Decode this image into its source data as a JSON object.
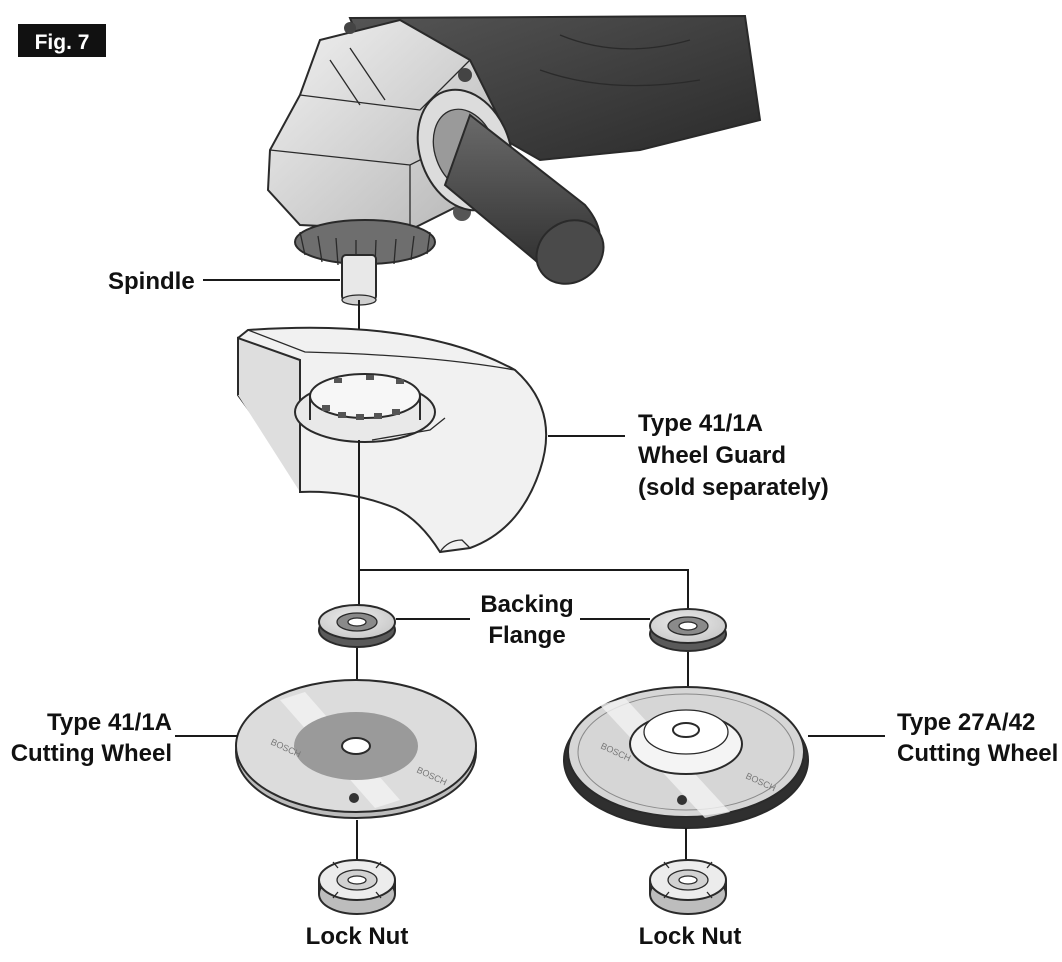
{
  "figure": {
    "tag": "Fig. 7"
  },
  "labels": {
    "spindle": "Spindle",
    "guard_line1": "Type 41/1A",
    "guard_line2": "Wheel Guard",
    "guard_line3": "(sold separately)",
    "flange_line1": "Backing",
    "flange_line2": "Flange",
    "wheel41_line1": "Type 41/1A",
    "wheel41_line2": "Cutting Wheel",
    "wheel27_line1": "Type 27A/42",
    "wheel27_line2": "Cutting Wheel",
    "locknut_left": "Lock Nut",
    "locknut_right": "Lock Nut"
  },
  "wheel_markings": {
    "brand_text": "BOSCH"
  },
  "colors": {
    "ink": "#111111",
    "metal_light": "#e6e6e6",
    "metal_mid": "#bdbdbd",
    "metal_dark": "#6b6b6b",
    "body_dark": "#3a3a3a",
    "wheel_face": "#d9d9d9",
    "wheel_center": "#9a9a9a"
  }
}
